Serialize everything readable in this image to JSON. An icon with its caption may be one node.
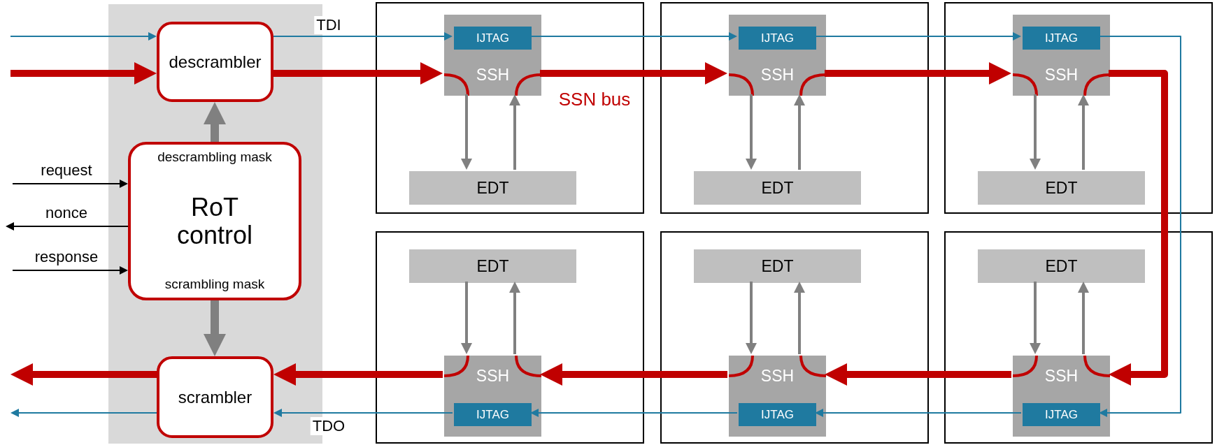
{
  "diagram": {
    "nodes": [
      {
        "text": [],
        "shape": "box"
      },
      {
        "text": [
          "descrambler"
        ],
        "in": 0
      },
      {
        "text": [
          "descrambling mask",
          "RoT control",
          "scrambling mask"
        ],
        "in": 0
      },
      {
        "text": [
          "scrambler"
        ],
        "in": 0
      },
      {
        "text": [],
        "shape": "box"
      },
      {
        "text": [
          "SSH"
        ],
        "in": 4
      },
      {
        "text": [
          "IJTAG"
        ],
        "in": 5
      },
      {
        "text": [
          "EDT"
        ],
        "in": 4
      },
      {
        "text": [],
        "shape": "box"
      },
      {
        "text": [
          "SSH"
        ],
        "in": 8
      },
      {
        "text": [
          "IJTAG"
        ],
        "in": 9
      },
      {
        "text": [
          "EDT"
        ],
        "in": 8
      },
      {
        "text": [],
        "shape": "box"
      },
      {
        "text": [
          "SSH"
        ],
        "in": 12
      },
      {
        "text": [
          "IJTAG"
        ],
        "in": 13
      },
      {
        "text": [
          "EDT"
        ],
        "in": 12
      },
      {
        "text": [],
        "shape": "box"
      },
      {
        "text": [
          "EDT"
        ],
        "in": 16
      },
      {
        "text": [
          "SSH"
        ],
        "in": 16
      },
      {
        "text": [
          "IJTAG"
        ],
        "in": 18
      },
      {
        "text": [],
        "shape": "box"
      },
      {
        "text": [
          "EDT"
        ],
        "in": 20
      },
      {
        "text": [
          "SSH"
        ],
        "in": 20
      },
      {
        "text": [
          "IJTAG"
        ],
        "in": 22
      },
      {
        "text": [],
        "shape": "box"
      },
      {
        "text": [
          "EDT"
        ],
        "in": 24
      },
      {
        "text": [
          "SSH"
        ],
        "in": 24
      },
      {
        "text": [
          "IJTAG"
        ],
        "in": 26
      }
    ],
    "edges": [
      {
        "from": null,
        "to": 1,
        "arrow": "to",
        "color": "#1f7aa0"
      },
      {
        "from": null,
        "to": 1,
        "arrow": "to",
        "style": "thick",
        "color": "#c00000"
      },
      {
        "from": null,
        "to": 2,
        "arrow": "to",
        "label": "request",
        "color": "#000000"
      },
      {
        "from": 2,
        "to": null,
        "arrow": "to",
        "label": "nonce",
        "color": "#000000"
      },
      {
        "from": null,
        "to": 2,
        "arrow": "to",
        "label": "response",
        "color": "#000000"
      },
      {
        "from": 2,
        "to": 1,
        "arrow": "to",
        "style": "thick"
      },
      {
        "from": 2,
        "to": 3,
        "arrow": "to",
        "style": "thick"
      },
      {
        "from": 1,
        "to": 6,
        "arrow": "to",
        "label": "TDI",
        "color": "#1f7aa0"
      },
      {
        "from": 6,
        "to": 10,
        "arrow": "to",
        "color": "#1f7aa0"
      },
      {
        "from": 10,
        "to": 14,
        "arrow": "to",
        "color": "#1f7aa0"
      },
      {
        "from": 14,
        "to": 27,
        "arrow": "to",
        "color": "#1f7aa0"
      },
      {
        "from": 27,
        "to": 23,
        "arrow": "to",
        "color": "#1f7aa0"
      },
      {
        "from": 23,
        "to": 19,
        "arrow": "to",
        "color": "#1f7aa0"
      },
      {
        "from": 19,
        "to": 3,
        "arrow": "to",
        "label": "TDO",
        "color": "#1f7aa0"
      },
      {
        "from": 3,
        "to": null,
        "arrow": "to",
        "color": "#1f7aa0"
      },
      {
        "from": 1,
        "to": 5,
        "arrow": "to",
        "style": "thick",
        "color": "#c00000"
      },
      {
        "from": 5,
        "to": 9,
        "arrow": "to",
        "label": "SSN bus",
        "style": "thick",
        "color": "#c00000"
      },
      {
        "from": 9,
        "to": 13,
        "arrow": "to",
        "style": "thick",
        "color": "#c00000"
      },
      {
        "from": 13,
        "to": 26,
        "arrow": "to",
        "style": "thick",
        "color": "#c00000"
      },
      {
        "from": 26,
        "to": 22,
        "arrow": "to",
        "style": "thick",
        "color": "#c00000"
      },
      {
        "from": 22,
        "to": 18,
        "arrow": "to",
        "style": "thick",
        "color": "#c00000"
      },
      {
        "from": 18,
        "to": 3,
        "arrow": "to",
        "style": "thick",
        "color": "#c00000"
      },
      {
        "from": 3,
        "to": null,
        "arrow": "to",
        "style": "thick",
        "color": "#c00000"
      },
      {
        "from": 5,
        "to": 7,
        "arrow": "to"
      },
      {
        "from": 7,
        "to": 5,
        "arrow": "to"
      },
      {
        "from": 9,
        "to": 11,
        "arrow": "to"
      },
      {
        "from": 11,
        "to": 9,
        "arrow": "to"
      },
      {
        "from": 13,
        "to": 15,
        "arrow": "to"
      },
      {
        "from": 15,
        "to": 13,
        "arrow": "to"
      },
      {
        "from": 17,
        "to": 18,
        "arrow": "to"
      },
      {
        "from": 18,
        "to": 17,
        "arrow": "to"
      },
      {
        "from": 21,
        "to": 22,
        "arrow": "to"
      },
      {
        "from": 22,
        "to": 21,
        "arrow": "to"
      },
      {
        "from": 25,
        "to": 26,
        "arrow": "to"
      },
      {
        "from": 26,
        "to": 25,
        "arrow": "to"
      }
    ]
  }
}
